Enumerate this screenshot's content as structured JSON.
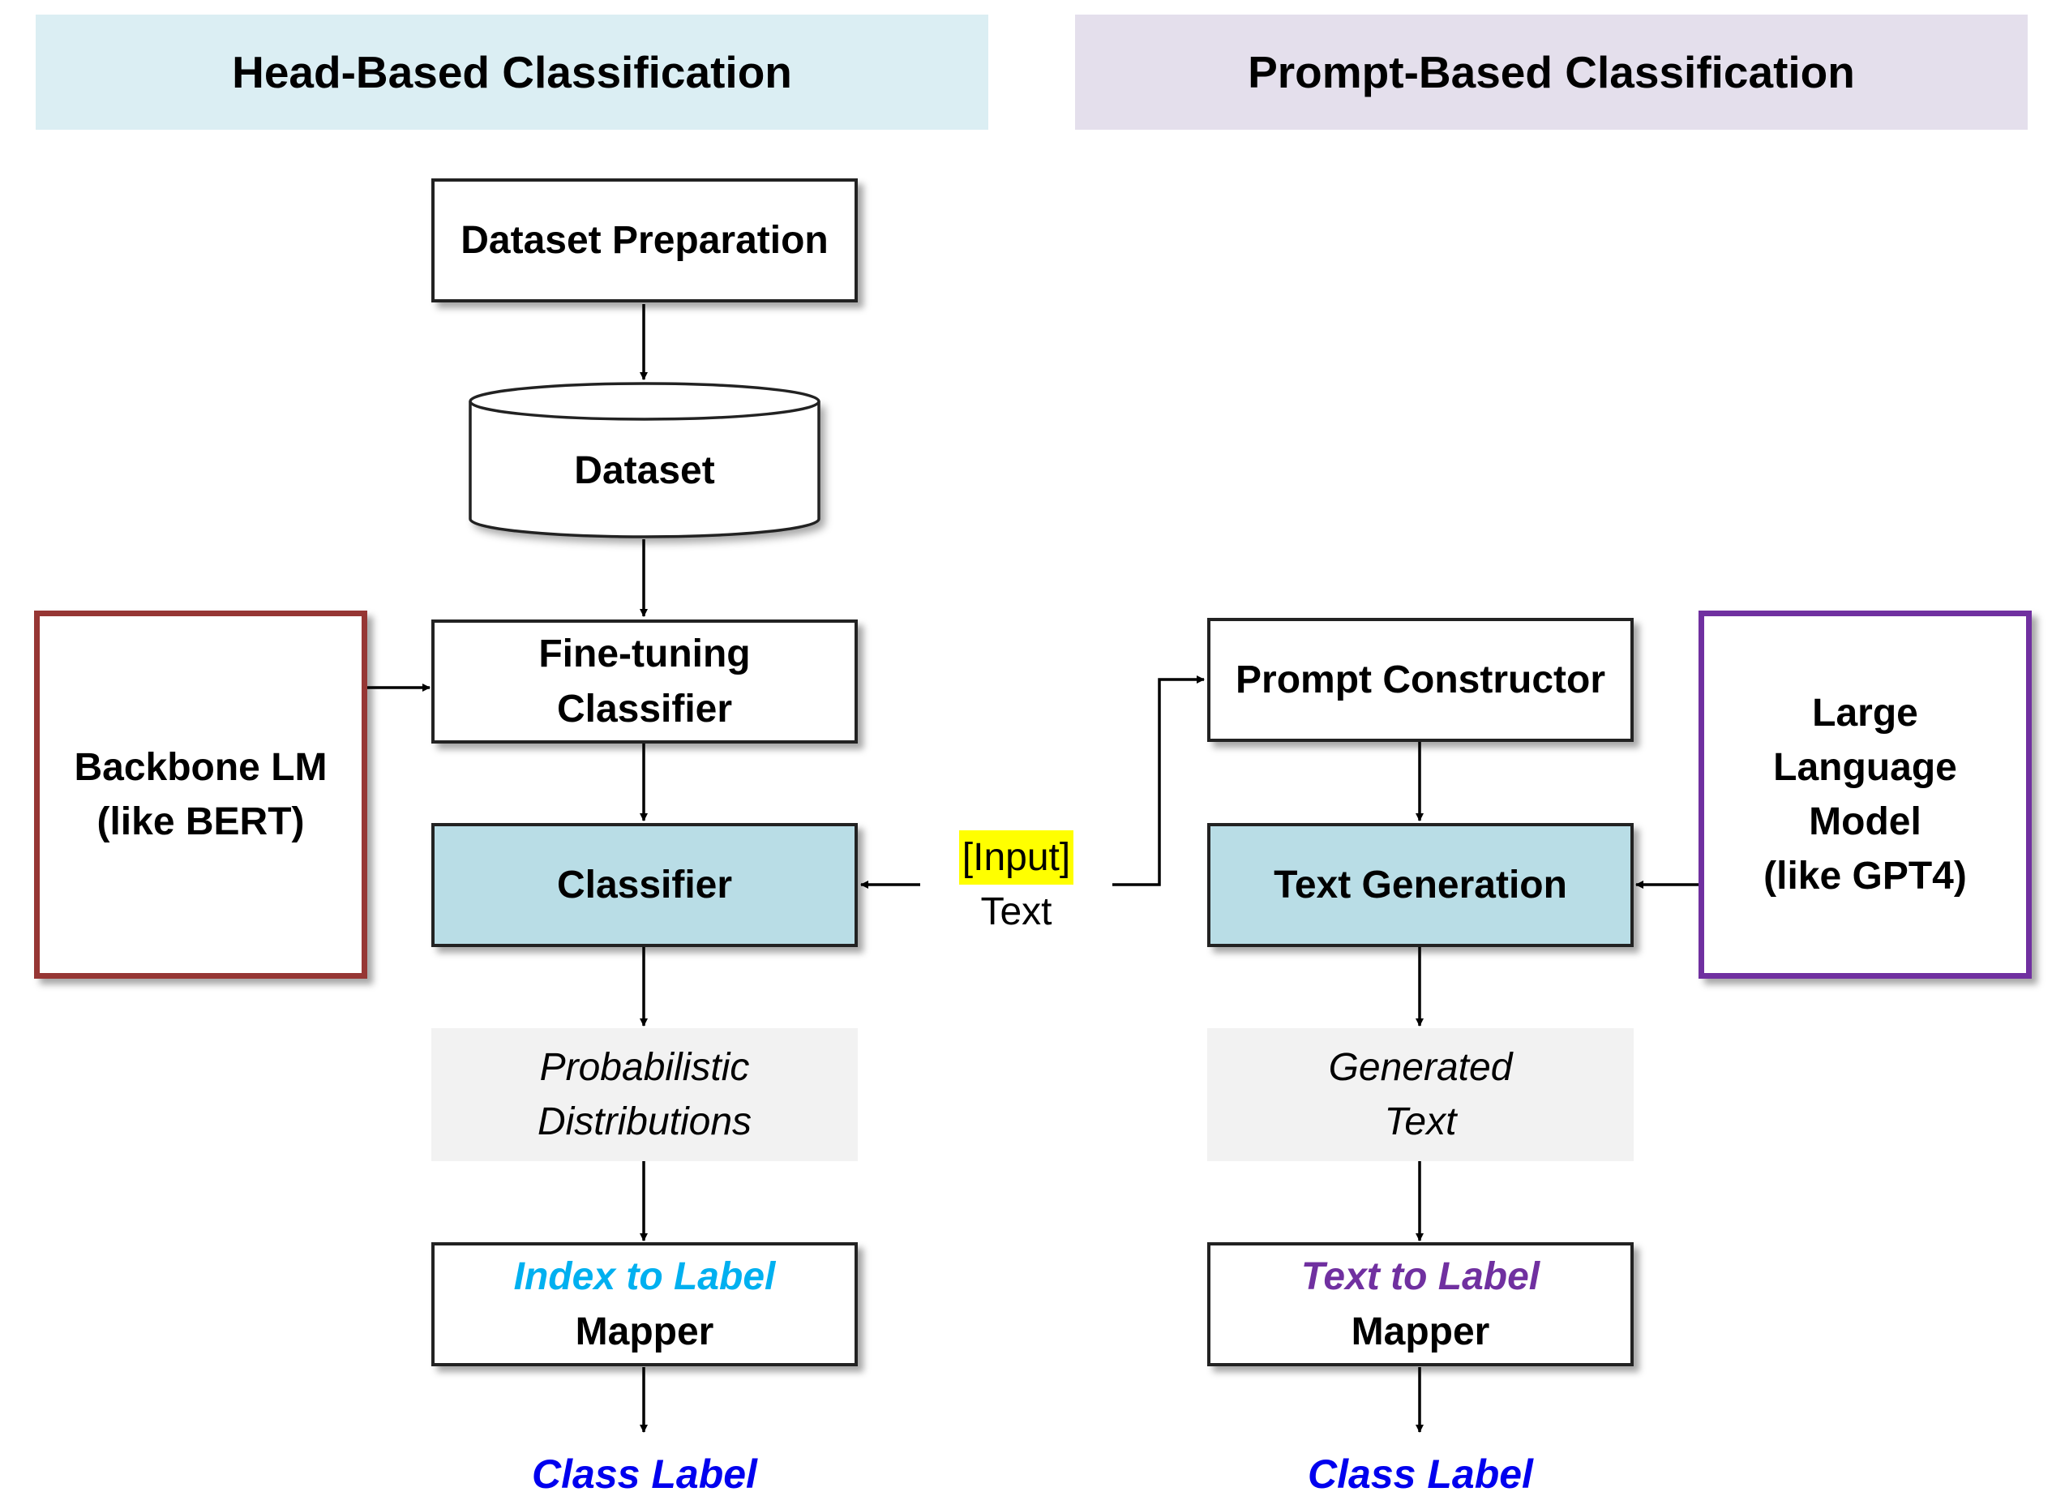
{
  "headers": {
    "left": "Head-Based Classification",
    "right": "Prompt-Based Classification"
  },
  "head_based": {
    "dataset_preparation": "Dataset Preparation",
    "dataset": "Dataset",
    "fine_tuning_line1": "Fine-tuning",
    "fine_tuning_line2": "Classifier",
    "backbone_line1": "Backbone LM",
    "backbone_line2": "(like BERT)",
    "classifier": "Classifier",
    "prob_line1": "Probabilistic",
    "prob_line2": "Distributions",
    "mapper_label": "Index to Label",
    "mapper_word": "Mapper",
    "class_label": "Class Label"
  },
  "input": {
    "tag": "[Input]",
    "word": "Text"
  },
  "prompt_based": {
    "prompt_constructor": "Prompt Constructor",
    "llm_line1": "Large",
    "llm_line2": "Language",
    "llm_line3": "Model",
    "llm_line4": "(like GPT4)",
    "text_generation": "Text Generation",
    "generated_line1": "Generated",
    "generated_line2": "Text",
    "mapper_label": "Text to Label",
    "mapper_word": "Mapper",
    "class_label": "Class Label"
  },
  "colors": {
    "left_header_bg": "#dbeef3",
    "right_header_bg": "#e4dfec",
    "highlight_box": "#b9dde6",
    "note_bg": "#f2f2f2",
    "backbone_border": "#963634",
    "llm_border": "#7030a0",
    "index_label": "#00b0f0",
    "text_label": "#7030a0",
    "class_label": "#0000ee",
    "input_highlight": "#ffff00"
  }
}
